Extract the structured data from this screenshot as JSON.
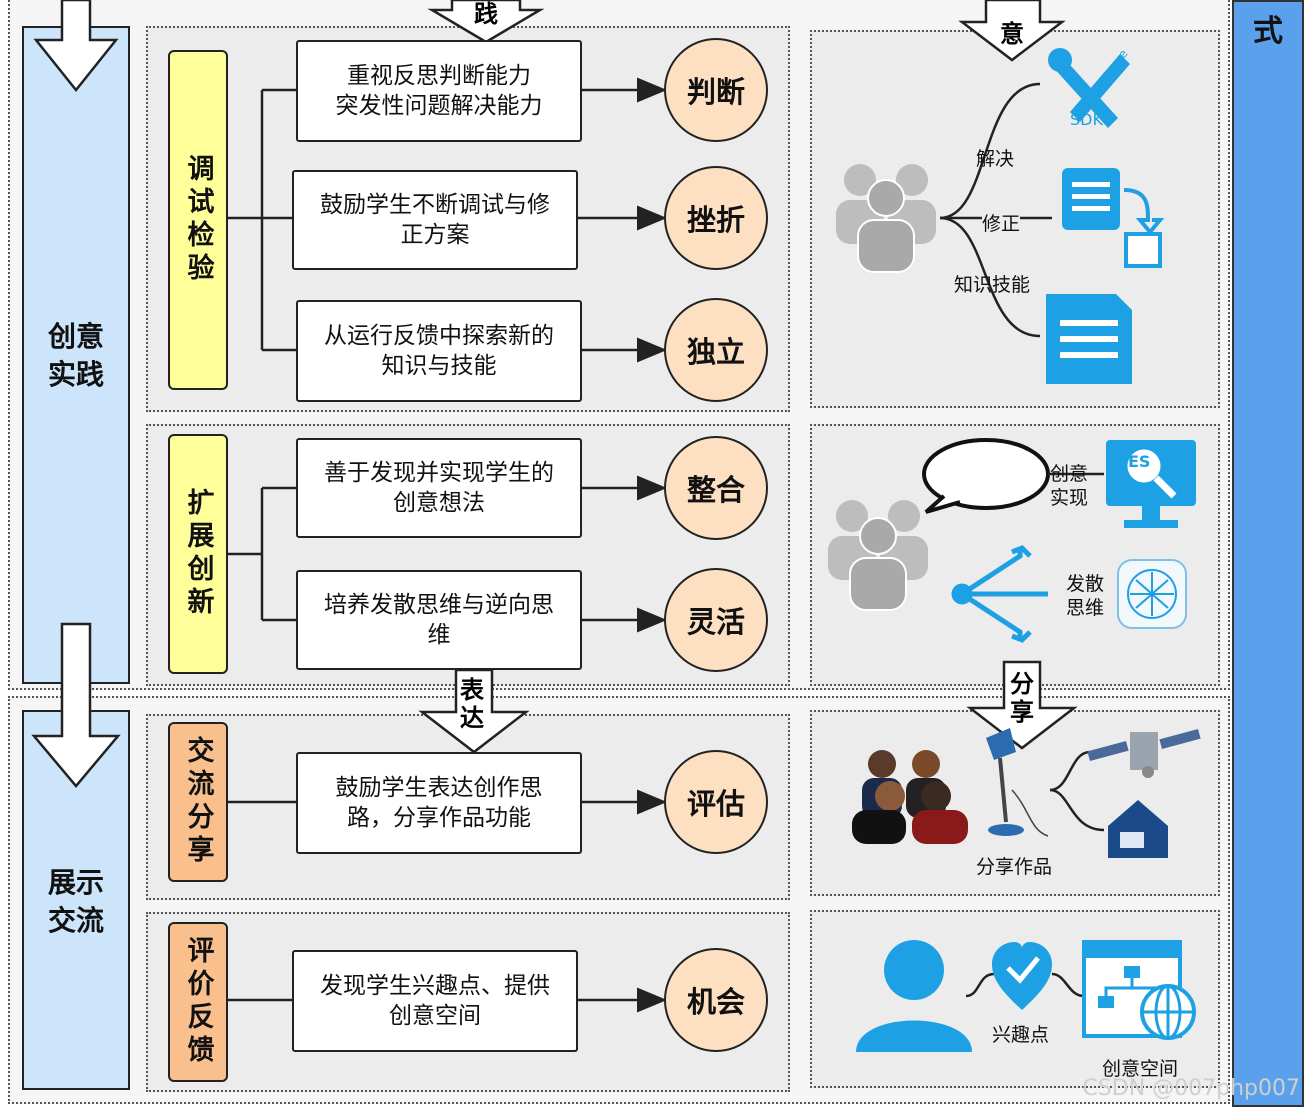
{
  "right_bar": {
    "label": "式"
  },
  "top_arrows": {
    "practice": "践",
    "creativity": "意"
  },
  "stages": {
    "practice": "创意\n实践",
    "exchange": "展示\n交流"
  },
  "groups": {
    "debug": "调试检验",
    "expand": "扩展创新",
    "share": "交流分享",
    "evaluate": "评价反馈"
  },
  "rows": [
    {
      "text": "重视反思判断能力\n突发性问题解决能力",
      "result": "判断"
    },
    {
      "text": "鼓励学生不断调试与修\n正方案",
      "result": "挫折"
    },
    {
      "text": "从运行反馈中探索新的\n知识与技能",
      "result": "独立"
    },
    {
      "text": "善于发现并实现学生的\n创意想法",
      "result": "整合"
    },
    {
      "text": "培养发散思维与逆向思\n维",
      "result": "灵活"
    },
    {
      "text": "鼓励学生表达创作思\n路，分享作品功能",
      "result": "评估"
    },
    {
      "text": "发现学生兴趣点、提供\n创意空间",
      "result": "机会"
    }
  ],
  "mid_arrows": {
    "express": "表\n达",
    "share": "分\n享"
  },
  "panel1": {
    "solve": "解决",
    "fix": "修正",
    "skills": "知识技能",
    "sdk": "SDK",
    "azure": "Azure"
  },
  "panel2": {
    "creative_real": "创意\n实现",
    "divergent": "发散\n思维",
    "es": "ES"
  },
  "panel3": {
    "share_work": "分享作品"
  },
  "panel4": {
    "interest": "兴趣点",
    "space": "创意空间"
  },
  "watermark": "CSDN @007php007",
  "colors": {
    "stage_fill": "#cce5fb",
    "yellow": "#ffff99",
    "orange": "#f9c08e",
    "circle": "#fde0c2",
    "icon_blue": "#1da1e4",
    "right_bar": "#5aa0ec"
  }
}
